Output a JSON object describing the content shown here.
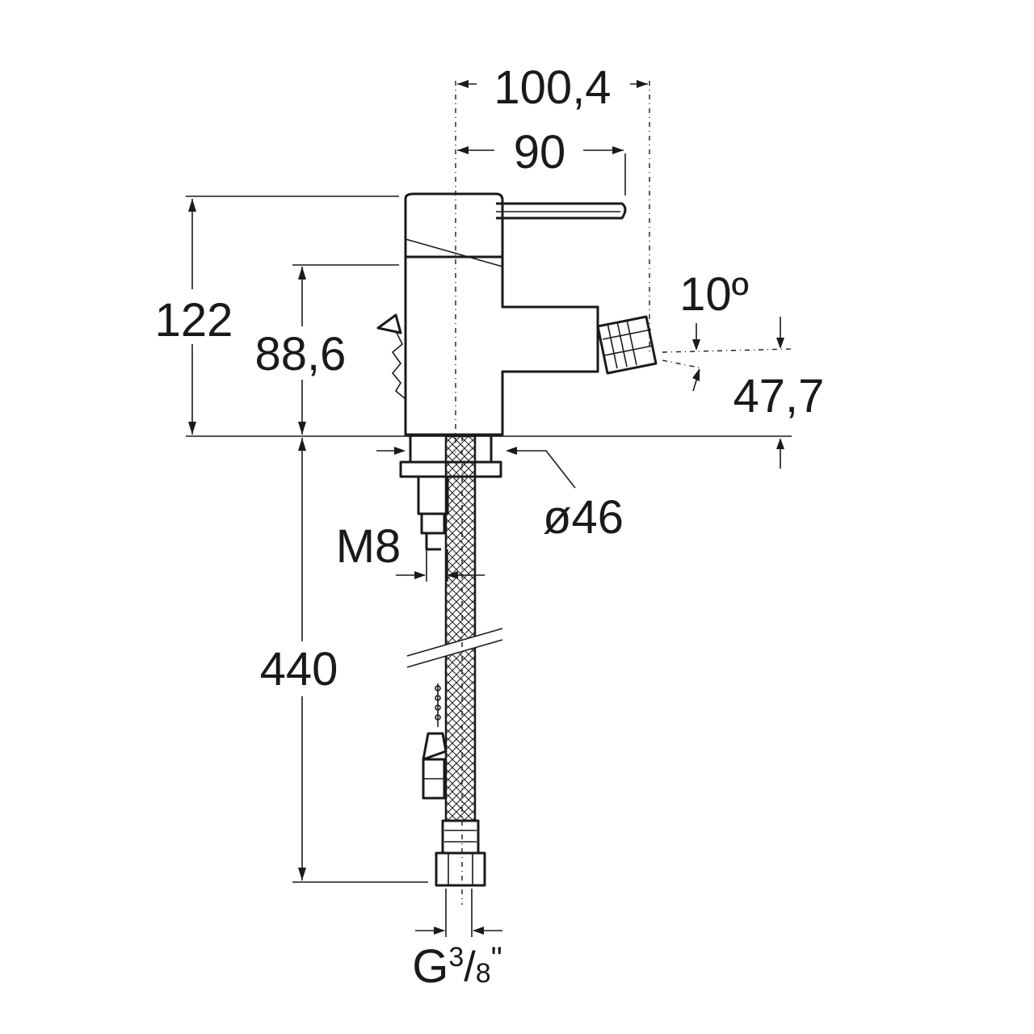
{
  "dimensions": {
    "width_overall": "100,4",
    "width_lever": "90",
    "height_total": "122",
    "height_body": "88,6",
    "spout_angle": "10º",
    "spout_height": "47,7",
    "base_diameter": "ø46",
    "stud_thread": "M8",
    "hose_length": "440",
    "connection_main": "G",
    "connection_num": "3",
    "connection_den": "8",
    "connection_suffix": "\""
  }
}
